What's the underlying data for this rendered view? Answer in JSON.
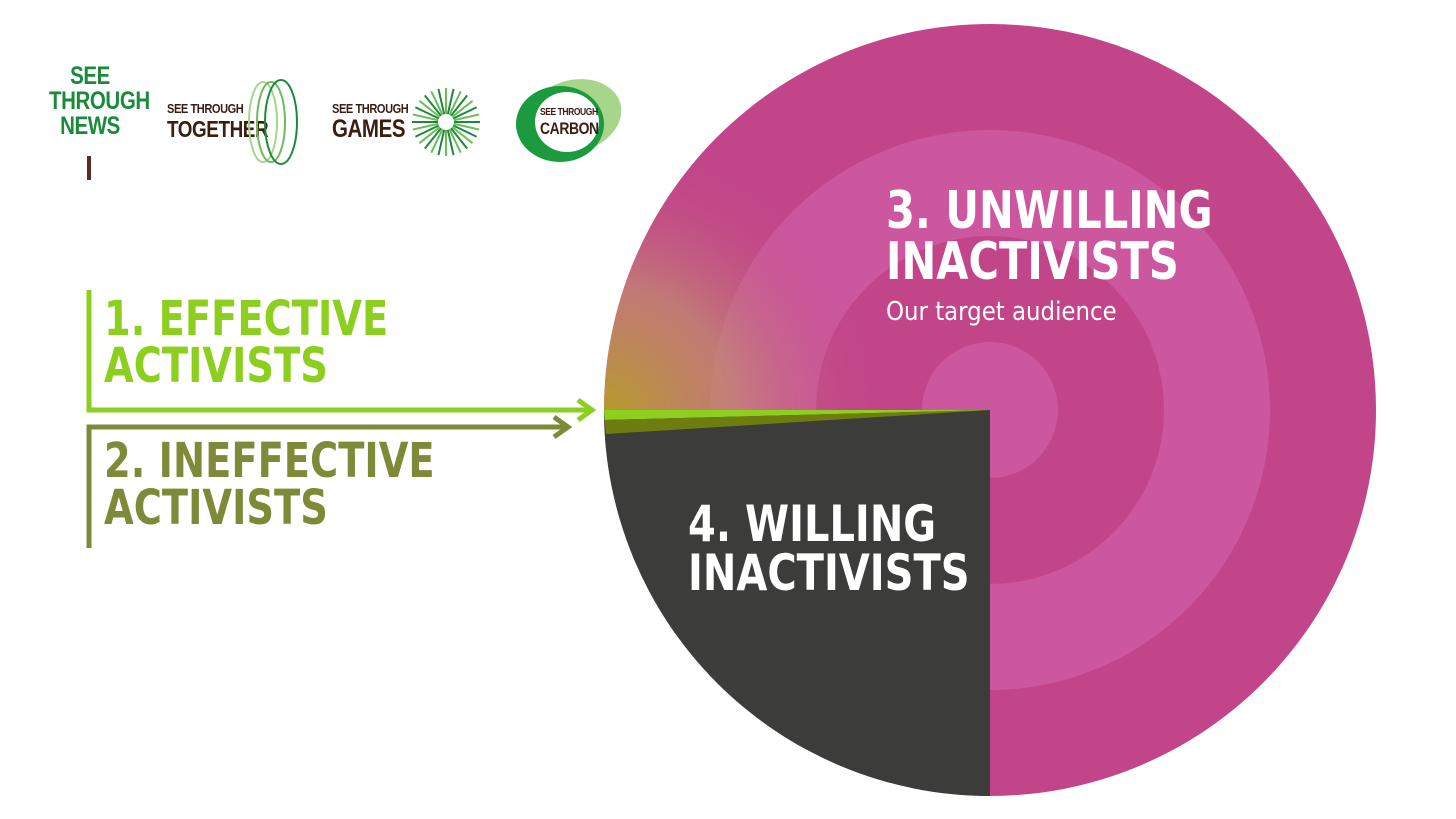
{
  "logos": [
    {
      "lines": [
        "SEE",
        "THROUGH",
        "NEWS"
      ]
    },
    {
      "small": "SEE THROUGH",
      "big": "TOGETHER"
    },
    {
      "small": "SEE THROUGH",
      "big": "GAMES"
    },
    {
      "small": "SEE THROUGH",
      "big": "CARBON"
    }
  ],
  "segments": {
    "effective": {
      "line1": "1. EFFECTIVE",
      "line2": "ACTIVISTS",
      "color": "#8ccf1e"
    },
    "ineffective": {
      "line1": "2. INEFFECTIVE",
      "line2": "ACTIVISTS",
      "color": "#7f8a38"
    },
    "unwilling": {
      "line1": "3. UNWILLING",
      "line2": "INACTIVISTS",
      "subtitle": "Our target audience",
      "color": "#c2458a"
    },
    "willing": {
      "line1": "4. WILLING",
      "line2": "INACTIVISTS",
      "color": "#3c3c3b"
    }
  }
}
